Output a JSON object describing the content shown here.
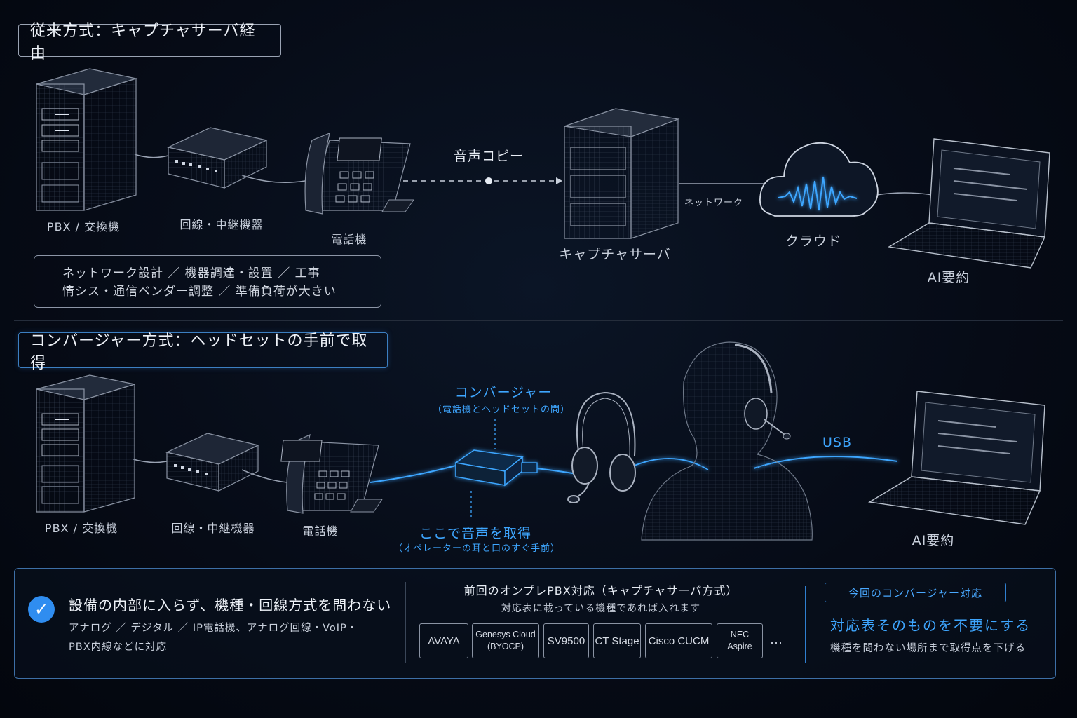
{
  "top": {
    "title": "従来方式：キャプチャサーバ経由",
    "labels": {
      "pbx": "PBX / 交換機",
      "line": "回線・中継機器",
      "phone": "電話機",
      "voice_copy": "音声コピー",
      "capture_server": "キャプチャサーバ",
      "network": "ネットワーク",
      "cloud": "クラウド",
      "ai": "AI要約"
    },
    "note_lines": [
      "ネットワーク設計 ／ 機器調達・設置 ／ 工事",
      "情シス・通信ベンダー調整 ／ 準備負荷が大きい"
    ]
  },
  "bottom": {
    "title": "コンバージャー方式：ヘッドセットの手前で取得",
    "labels": {
      "pbx": "PBX / 交換機",
      "line": "回線・中継機器",
      "phone": "電話機",
      "converger": "コンバージャー",
      "converger_sub": "（電話機とヘッドセットの間）",
      "capture_here": "ここで音声を取得",
      "capture_sub": "（オペレーターの耳と口のすぐ手前）",
      "usb": "USB",
      "ai": "AI要約"
    }
  },
  "panel": {
    "check_icon": "✓",
    "headline": "設備の内部に入らず、機種・回線方式を問わない",
    "sub_lines": [
      "アナログ ／ デジタル ／ IP電話機、アナログ回線・VoIP・",
      "PBX内線などに対応"
    ],
    "mid_title": "前回のオンプレPBX対応（キャプチャサーバ方式）",
    "mid_sub": "対応表に載っている機種であれば入れます",
    "models": [
      "AVAYA",
      "Genesys Cloud\n(BYOCP)",
      "SV9500",
      "CT Stage",
      "Cisco CUCM",
      "NEC Aspire"
    ],
    "more": "…",
    "new_tag": "今回のコンバージャー対応",
    "new_headline": "対応表そのものを不要にする",
    "new_sub": "機種を問わない場所まで取得点を下げる"
  },
  "colors": {
    "accent": "#3ea6ff",
    "line": "#9aa3b3",
    "bg": "#060b16"
  }
}
